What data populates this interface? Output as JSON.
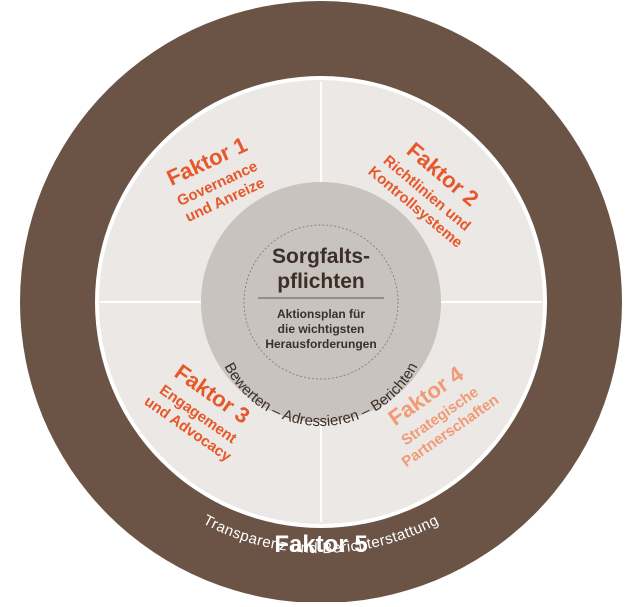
{
  "colors": {
    "outer_ring": "#6b5446",
    "middle_ring": "#ece8e5",
    "inner_circle": "#c9c3bf",
    "strong_orange": "#e8572a",
    "light_orange": "#f19a76",
    "dark_text": "#3b2f27"
  },
  "center": {
    "title_line1": "Sorgfalts-",
    "title_line2": "pflichten",
    "subtitle_line1": "Aktionsplan für",
    "subtitle_line2": "die wichtigsten",
    "subtitle_line3": "Herausforderungen",
    "arc_text": "Bewerten – Adressieren – Berichten"
  },
  "factors": [
    {
      "title": "Faktor 1",
      "line1": "Governance",
      "line2": "und Anreize"
    },
    {
      "title": "Faktor 2",
      "line1": "Richtlinien und",
      "line2": "Kontrollsysteme"
    },
    {
      "title": "Faktor 3",
      "line1": "Engagement",
      "line2": "und Advocacy"
    },
    {
      "title": "Faktor 4",
      "line1": "Strategische",
      "line2": "Partnerschaften"
    }
  ],
  "outer": {
    "title": "Faktor 5",
    "subtitle": "Transparenz und Berichterstattung"
  }
}
